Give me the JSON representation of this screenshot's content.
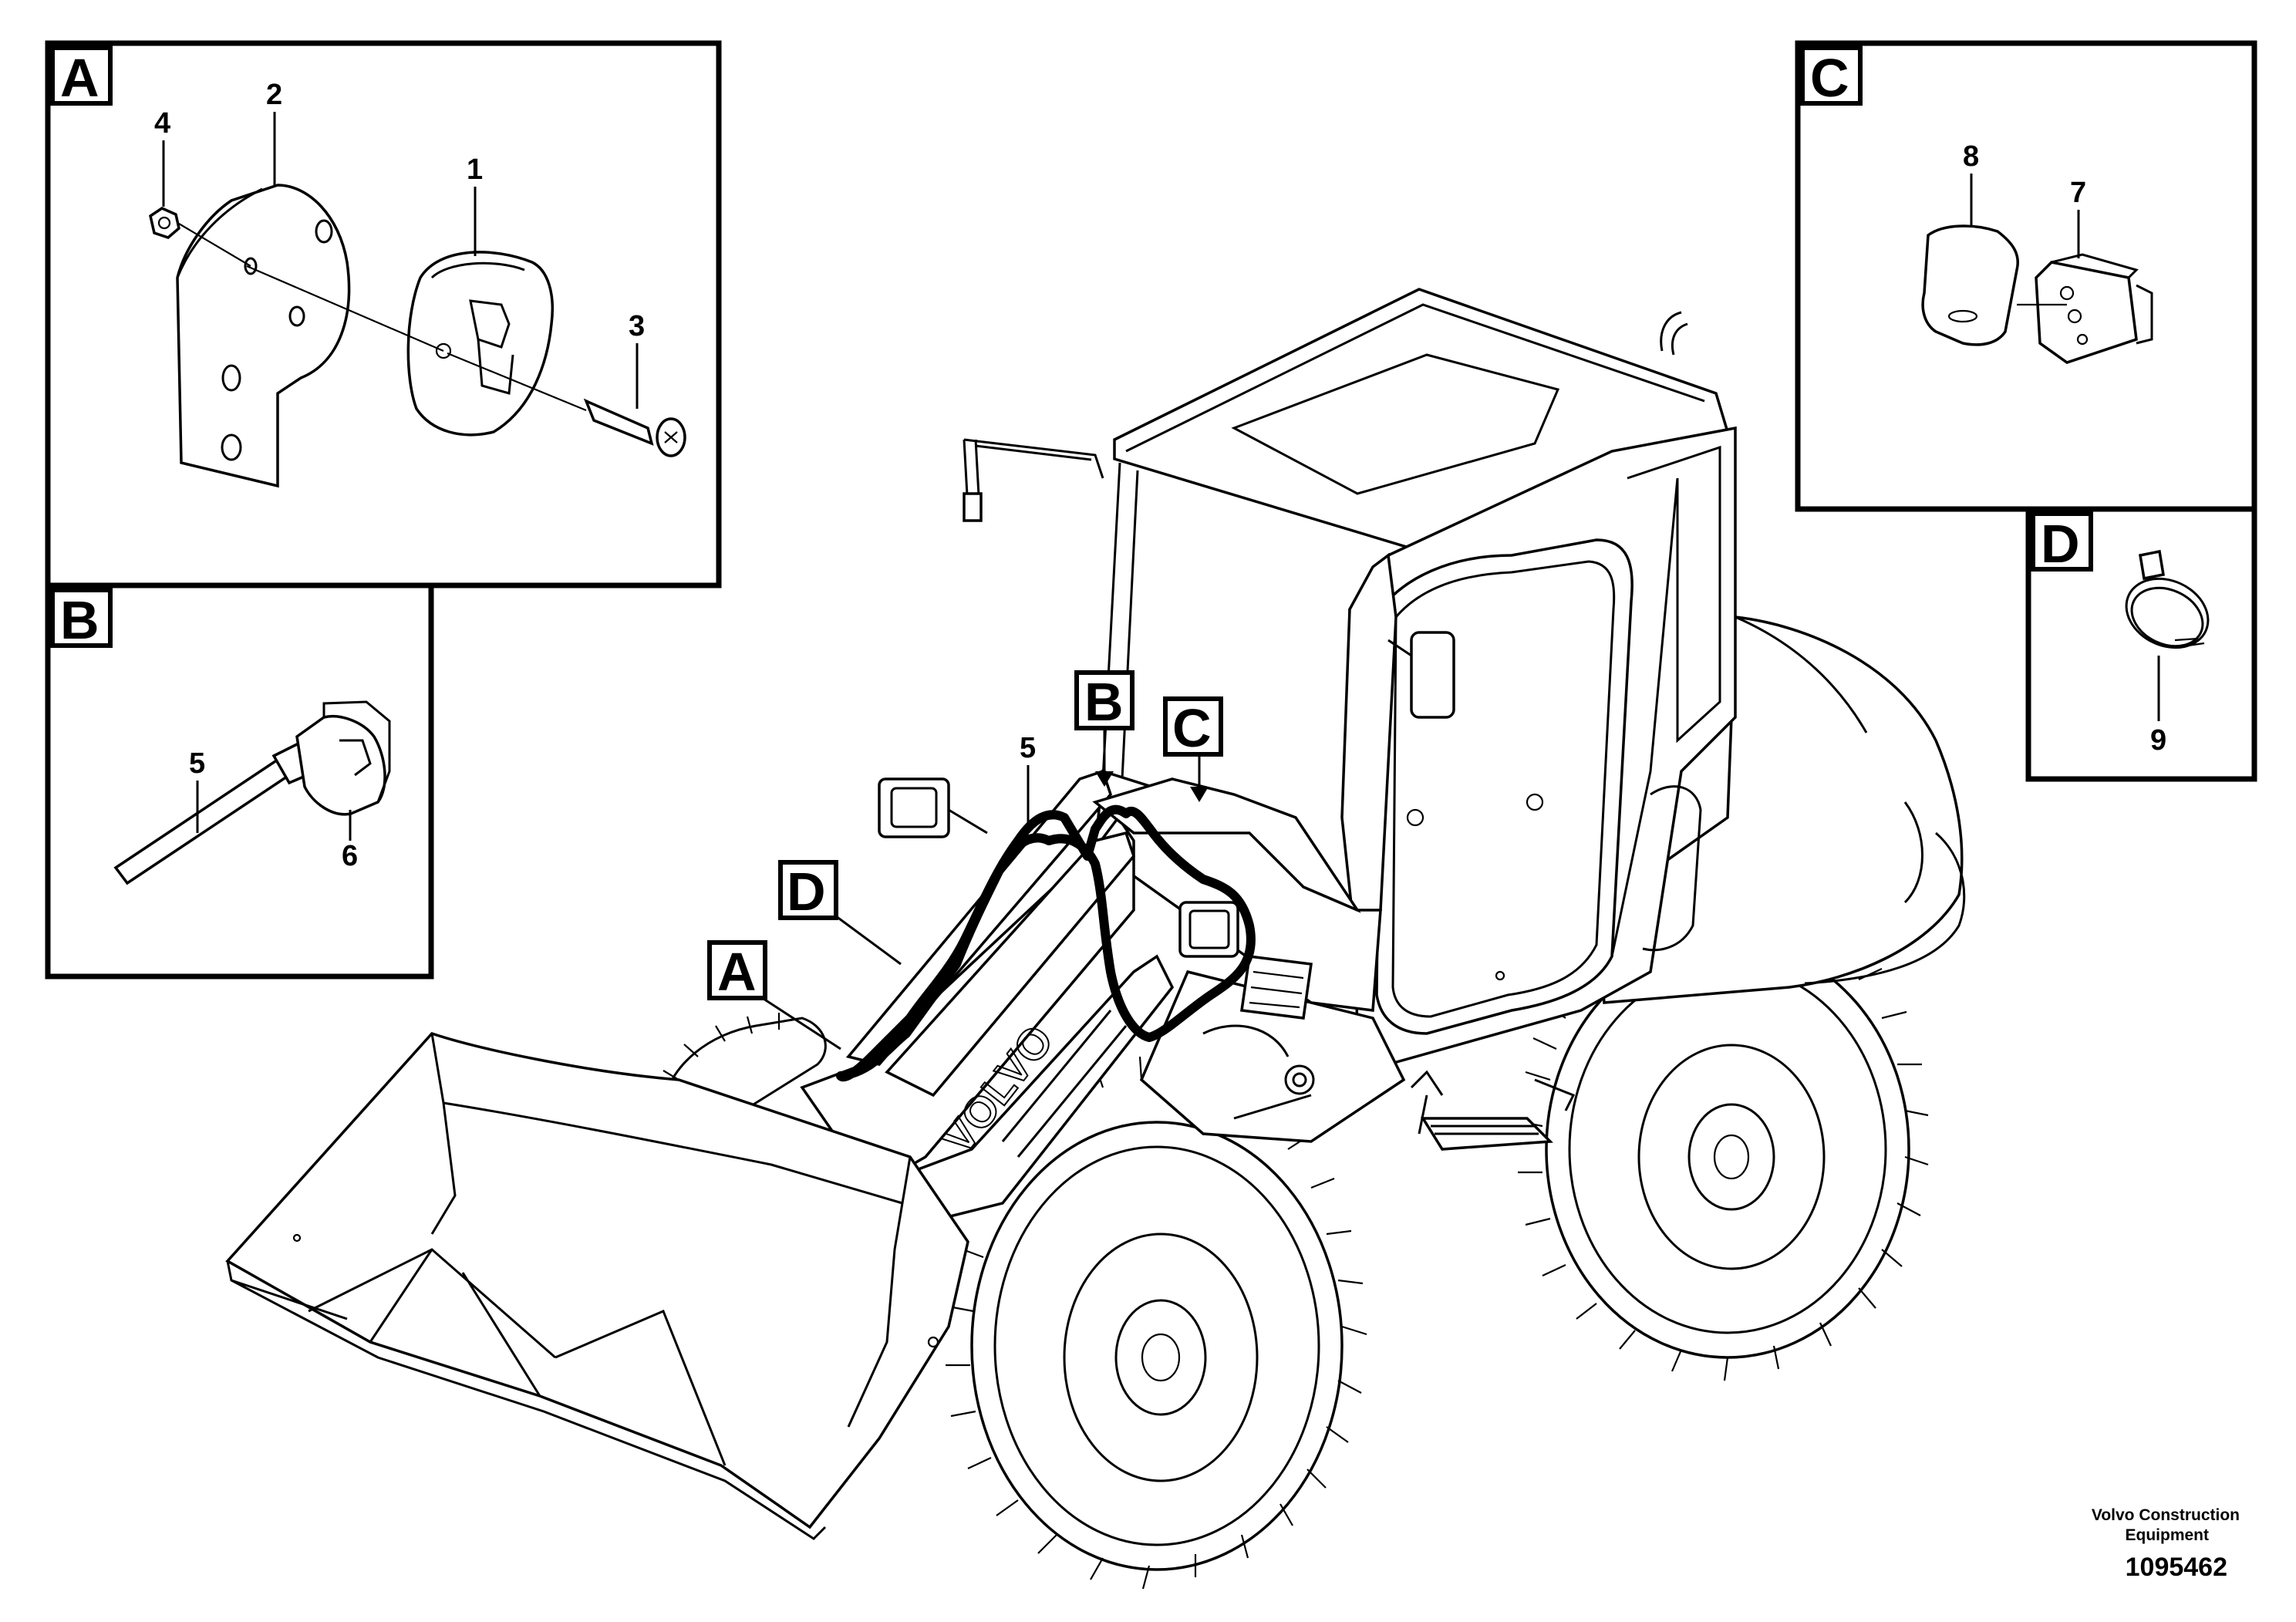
{
  "panels": {
    "a": {
      "tag": "A",
      "callouts": {
        "nut": "4",
        "bracket": "2",
        "housing": "1",
        "screw": "3"
      }
    },
    "b": {
      "tag": "B",
      "callouts": {
        "cable": "5",
        "connector": "6"
      }
    },
    "c": {
      "tag": "C",
      "callouts": {
        "cap": "8",
        "switch": "7"
      }
    },
    "d": {
      "tag": "D",
      "callouts": {
        "clamp": "9"
      }
    }
  },
  "machine": {
    "brand_text": "VOLVO",
    "detail_tags": {
      "a": "A",
      "b": "B",
      "c": "C",
      "d": "D"
    },
    "callout_cable": "5"
  },
  "footer": {
    "company_line1": "Volvo Construction",
    "company_line2": "Equipment",
    "drawing_number": "1095462"
  }
}
